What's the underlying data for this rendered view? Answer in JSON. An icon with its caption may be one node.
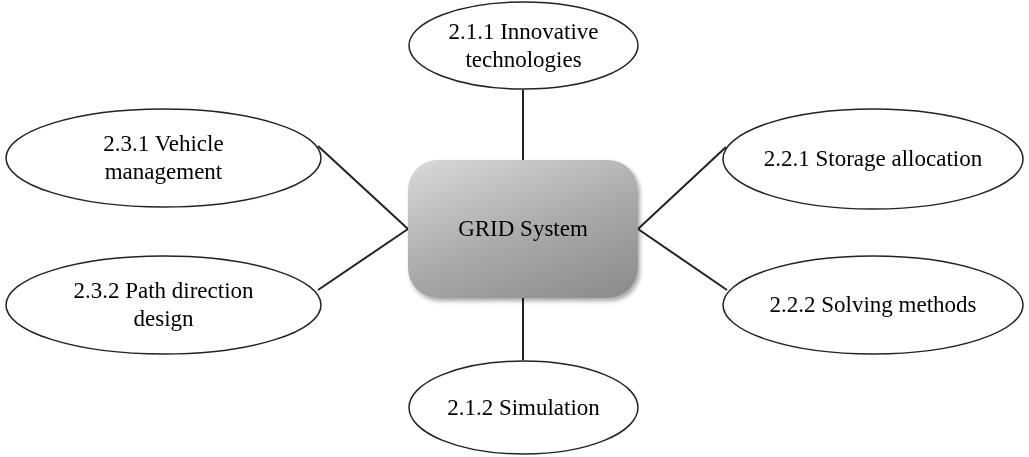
{
  "diagram": {
    "nodes": [
      {
        "text": [
          "2.1.1 Innovative technologies"
        ]
      },
      {
        "text": [
          "2.3.1 Vehicle management"
        ]
      },
      {
        "text": [
          "2.2.1 Storage allocation"
        ]
      },
      {
        "text": [
          "GRID System"
        ]
      },
      {
        "text": [
          "2.3.2 Path direction design"
        ]
      },
      {
        "text": [
          "2.2.2 Solving methods"
        ]
      },
      {
        "text": [
          "2.1.2 Simulation"
        ]
      }
    ],
    "edges": [
      {
        "from": 0,
        "to": 3,
        "arrow": "none"
      },
      {
        "from": 1,
        "to": 3,
        "arrow": "none"
      },
      {
        "from": 2,
        "to": 3,
        "arrow": "none"
      },
      {
        "from": 4,
        "to": 3,
        "arrow": "none"
      },
      {
        "from": 5,
        "to": 3,
        "arrow": "none"
      },
      {
        "from": 6,
        "to": 3,
        "arrow": "none"
      }
    ]
  }
}
